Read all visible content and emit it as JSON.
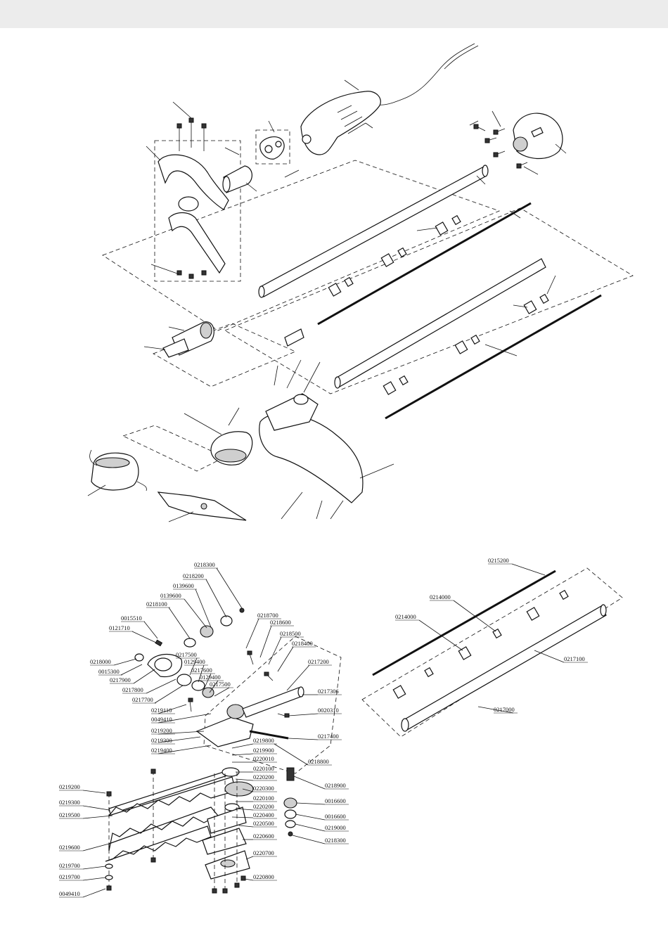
{
  "colors": {
    "topbar": "#ececec",
    "ink": "#111111",
    "paper": "#ffffff"
  },
  "hedge_labels": {
    "l0218300a": "0218300",
    "l0218200": "0218200",
    "l0139600a": "0139600",
    "l0139600b": "0139600",
    "l0218100": "0218100",
    "l0015510": "0015510",
    "l0121710": "0121710",
    "l0218000": "0218000",
    "l0015300": "0015300",
    "l0217900": "0217900",
    "l0217800": "0217800",
    "l0217700": "0217700",
    "l0217500": "0217500",
    "l0129400a": "0129400",
    "l0217600": "0217600",
    "l0129400b": "0129400",
    "l0217500b": "0217500",
    "l0218700": "0218700",
    "l0218600": "0218600",
    "l0218500": "0218500",
    "l0218400": "0218400",
    "l0217200": "0217200",
    "l0217306": "0217306",
    "l0020310": "0020310",
    "l0217400": "0217400",
    "l0218800": "0218800",
    "l0219110": "0219110",
    "l0049410a": "0049410",
    "l0219200a": "0219200",
    "l0219300a": "0219300",
    "l0219400": "0219400",
    "l0219800": "0219800",
    "l0219900": "0219900",
    "l0220010": "0220010",
    "l0220100a": "0220100",
    "l0220200a": "0220200",
    "l0220300": "0220300",
    "l0220100b": "0220100",
    "l0220200b": "0220200",
    "l0220400": "0220400",
    "l0220500": "0220500",
    "l0220600": "0220600",
    "l0220700": "0220700",
    "l0220800": "0220800",
    "l0218900": "0218900",
    "l0016600a": "0016600",
    "l0016600b": "0016600",
    "l0219000": "0219000",
    "l0218300b": "0218300",
    "l0219200b": "0219200",
    "l0219300b": "0219300",
    "l0219500": "0219500",
    "l0219600": "0219600",
    "l0219700a": "0219700",
    "l0219700b": "0219700",
    "l0049410b": "0049410"
  },
  "shaft_labels": {
    "l0215200": "0215200",
    "l0214000a": "0214000",
    "l0214000b": "0214000",
    "l0217100": "0217100",
    "l0217000": "0217000"
  }
}
